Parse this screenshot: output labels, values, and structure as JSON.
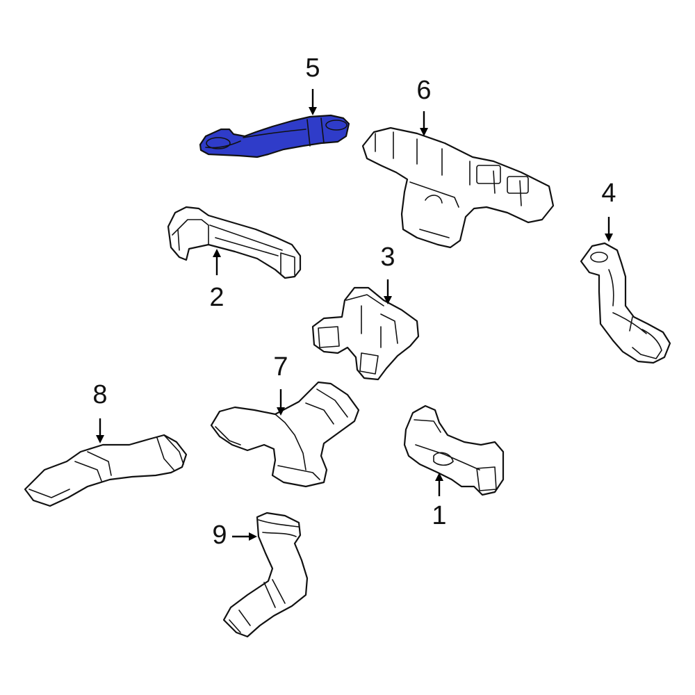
{
  "diagram": {
    "highlight_color": "#2f3cc9",
    "callouts": [
      {
        "id": "1",
        "label": "1"
      },
      {
        "id": "2",
        "label": "2"
      },
      {
        "id": "3",
        "label": "3"
      },
      {
        "id": "4",
        "label": "4"
      },
      {
        "id": "5",
        "label": "5"
      },
      {
        "id": "6",
        "label": "6"
      },
      {
        "id": "7",
        "label": "7"
      },
      {
        "id": "8",
        "label": "8"
      },
      {
        "id": "9",
        "label": "9"
      }
    ]
  }
}
